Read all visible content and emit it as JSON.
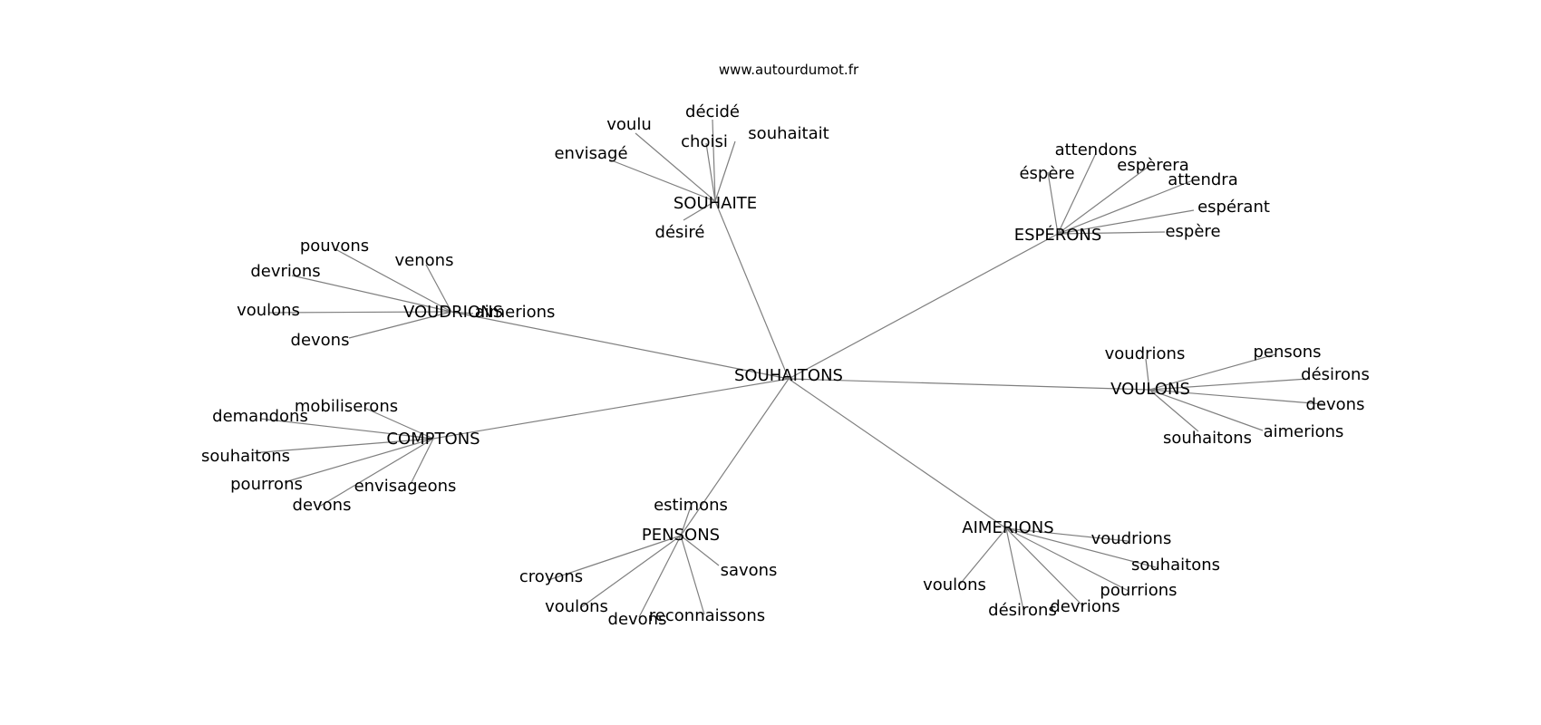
{
  "watermark": "www.autourdumot.fr",
  "center": "SOUHAITONS",
  "groups": [
    {
      "hub": "SOUHAITE",
      "words": [
        "décidé",
        "voulu",
        "choisi",
        "souhaitait",
        "envisagé",
        "désiré"
      ]
    },
    {
      "hub": "ESPÉRONS",
      "words": [
        "attendons",
        "éspère",
        "espèrera",
        "attendra",
        "espérant",
        "espère"
      ]
    },
    {
      "hub": "VOUDRIONS",
      "words": [
        "pouvons",
        "venons",
        "devrions",
        "voulons",
        "aimerions",
        "devons"
      ]
    },
    {
      "hub": "VOULONS",
      "words": [
        "voudrions",
        "pensons",
        "désirons",
        "devons",
        "aimerions",
        "souhaitons"
      ]
    },
    {
      "hub": "COMPTONS",
      "words": [
        "mobiliserons",
        "demandons",
        "souhaitons",
        "pourrons",
        "envisageons",
        "devons"
      ]
    },
    {
      "hub": "PENSONS",
      "words": [
        "estimons",
        "croyons",
        "savons",
        "voulons",
        "devons",
        "reconnaissons"
      ]
    },
    {
      "hub": "AIMERIONS",
      "words": [
        "voudrions",
        "souhaitons",
        "voulons",
        "pourrions",
        "devrions",
        "désirons"
      ]
    }
  ]
}
